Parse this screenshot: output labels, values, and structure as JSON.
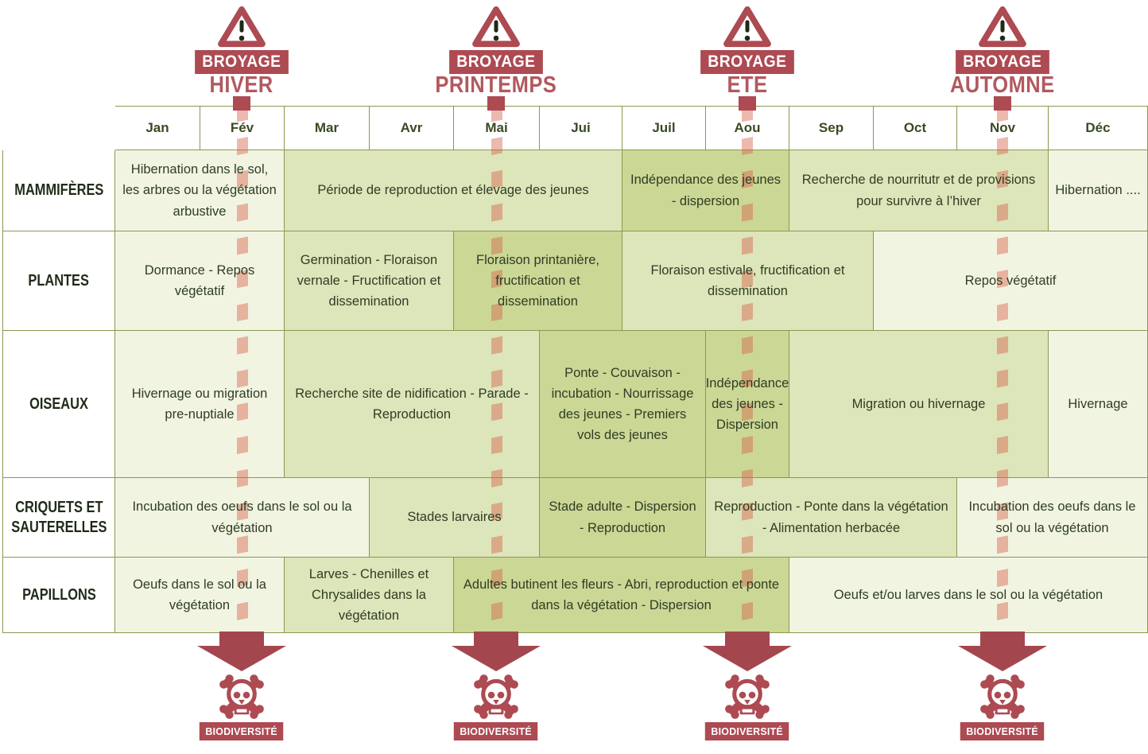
{
  "seasons": [
    {
      "warning": "BROYAGE",
      "name": "HIVER",
      "biodiversity": "BIODIVERSITÉ"
    },
    {
      "warning": "BROYAGE",
      "name": "PRINTEMPS",
      "biodiversity": "BIODIVERSITÉ"
    },
    {
      "warning": "BROYAGE",
      "name": "ETE",
      "biodiversity": "BIODIVERSITÉ"
    },
    {
      "warning": "BROYAGE",
      "name": "AUTOMNE",
      "biodiversity": "BIODIVERSITÉ"
    }
  ],
  "months": [
    "Jan",
    "Fév",
    "Mar",
    "Avr",
    "Mai",
    "Jui",
    "Juil",
    "Aou",
    "Sep",
    "Oct",
    "Nov",
    "Déc"
  ],
  "rows": [
    {
      "label": "MAMMIFÈRES",
      "cells": [
        {
          "months": "Jan-Fév",
          "span": 2,
          "shade": "light",
          "text": "Hibernation dans le sol, les arbres ou la végétation arbustive"
        },
        {
          "months": "Mar-Jui",
          "span": 4,
          "shade": "medium",
          "text": "Période de reproduction et élevage des jeunes"
        },
        {
          "months": "Juil-Aou",
          "span": 2,
          "shade": "dark",
          "text": "Indépendance des jeunes - dispersion"
        },
        {
          "months": "Sep-Nov",
          "span": 3,
          "shade": "medium",
          "text": "Recherche de nourritutr et de provisions pour survivre à l’hiver"
        },
        {
          "months": "Déc",
          "span": 1,
          "shade": "light",
          "text": "Hibernation ...."
        }
      ]
    },
    {
      "label": "PLANTES",
      "cells": [
        {
          "months": "Jan-Fév",
          "span": 2,
          "shade": "light",
          "text": "Dormance - Repos végétatif"
        },
        {
          "months": "Mar-Avr",
          "span": 2,
          "shade": "medium",
          "text": "Germination - Floraison vernale - Fructification et dissemination"
        },
        {
          "months": "Mai-Jui",
          "span": 2,
          "shade": "dark",
          "text": "Floraison printanière, fructification et dissemination"
        },
        {
          "months": "Juil-Sep",
          "span": 3,
          "shade": "medium",
          "text": "Floraison estivale, fructification et dissemination"
        },
        {
          "months": "Oct-Déc",
          "span": 3,
          "shade": "light",
          "text": "Repos végétatif"
        }
      ]
    },
    {
      "label": "OISEAUX",
      "cells": [
        {
          "months": "Jan-Fév",
          "span": 2,
          "shade": "light",
          "text": "Hivernage ou migration pre-nuptiale"
        },
        {
          "months": "Mar-Mai",
          "span": 3,
          "shade": "medium",
          "text": "Recherche site de nidification - Parade - Reproduction"
        },
        {
          "months": "Jui-Juil",
          "span": 2,
          "shade": "dark",
          "text": "Ponte - Couvaison - incubation - Nourrissage des jeunes - Premiers vols des jeunes"
        },
        {
          "months": "Aou",
          "span": 1,
          "shade": "dark",
          "text": "Indépendance des jeunes - Dispersion"
        },
        {
          "months": "Sep-Nov",
          "span": 3,
          "shade": "medium",
          "text": "Migration ou hivernage"
        },
        {
          "months": "Déc",
          "span": 1,
          "shade": "light",
          "text": "Hivernage"
        }
      ]
    },
    {
      "label": "CRIQUETS ET SAUTERELLES",
      "cells": [
        {
          "months": "Jan-Mar",
          "span": 3,
          "shade": "light",
          "text": "Incubation des oeufs dans le sol ou la végétation"
        },
        {
          "months": "Avr-Mai",
          "span": 2,
          "shade": "medium",
          "text": "Stades larvaires"
        },
        {
          "months": "Jui-Juil",
          "span": 2,
          "shade": "dark",
          "text": "Stade adulte - Dispersion - Reproduction"
        },
        {
          "months": "Aou-Oct",
          "span": 3,
          "shade": "medium",
          "text": "Reproduction - Ponte dans la végétation - Alimentation herbacée"
        },
        {
          "months": "Nov-Déc",
          "span": 2,
          "shade": "light",
          "text": "Incubation des oeufs dans le sol ou la végétation"
        }
      ]
    },
    {
      "label": "PAPILLONS",
      "cells": [
        {
          "months": "Jan-Fév",
          "span": 2,
          "shade": "light",
          "text": "Oeufs dans le sol ou la végétation"
        },
        {
          "months": "Mar-Avr",
          "span": 2,
          "shade": "medium",
          "text": "Larves - Chenilles et Chrysalides dans la végétation"
        },
        {
          "months": "Mai-Aou",
          "span": 4,
          "shade": "dark",
          "text": "Adultes butinent les fleurs - Abri, reproduction et ponte dans la végétation - Dispersion"
        },
        {
          "months": "Sep-Déc",
          "span": 4,
          "shade": "light",
          "text": "Oeufs et/ou larves dans le sol ou la végétation"
        }
      ]
    }
  ],
  "colors": {
    "accent_red": "#ad4a52",
    "season_title_red": "#b1595f",
    "dash_salmon": "rgba(215,99,75,0.45)",
    "cell_light": "#f2f4e2",
    "cell_medium": "#dde5ba",
    "cell_dark": "#cbd795",
    "grid_line": "#8a9851",
    "text_green": "#2e3d24"
  }
}
